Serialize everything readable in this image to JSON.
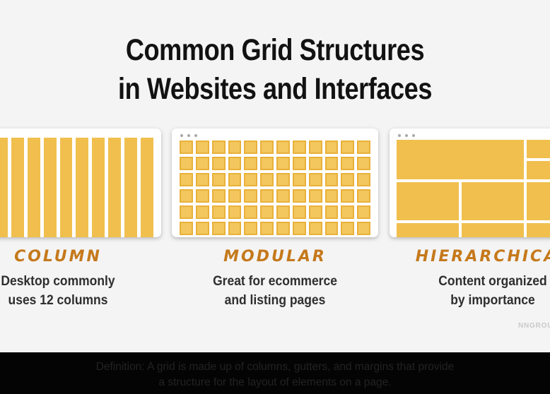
{
  "title": {
    "line1": "Common Grid Structures",
    "line2": "in Websites and Interfaces"
  },
  "colors": {
    "accent_yellow": "#f0bf4e",
    "accent_yellow_light": "#f3c75e",
    "accent_yellow_border": "#e8b13a",
    "label_orange": "#c5791b",
    "page_background": "#f4f4f5",
    "footer_background": "#040404",
    "footer_text": "#222222"
  },
  "cards": [
    {
      "id": "column",
      "label": "COLUMN",
      "description_line1": "Desktop commonly",
      "description_line2": "uses 12 columns",
      "grid_type": "column",
      "column_count": 12
    },
    {
      "id": "modular",
      "label": "MODULAR",
      "description_line1": "Great for ecommerce",
      "description_line2": "and listing pages",
      "grid_type": "modular",
      "grid_columns": 12,
      "grid_rows": 6
    },
    {
      "id": "hierarchical",
      "label": "HIERARCHICAL",
      "description_line1": "Content organized",
      "description_line2": "by importance",
      "grid_type": "hierarchical"
    }
  ],
  "watermark": "NNGROUP",
  "footer": {
    "line1": "Definition: A grid is made up of columns, gutters, and margins that provide",
    "line2": "a structure for the layout of elements on a page."
  }
}
